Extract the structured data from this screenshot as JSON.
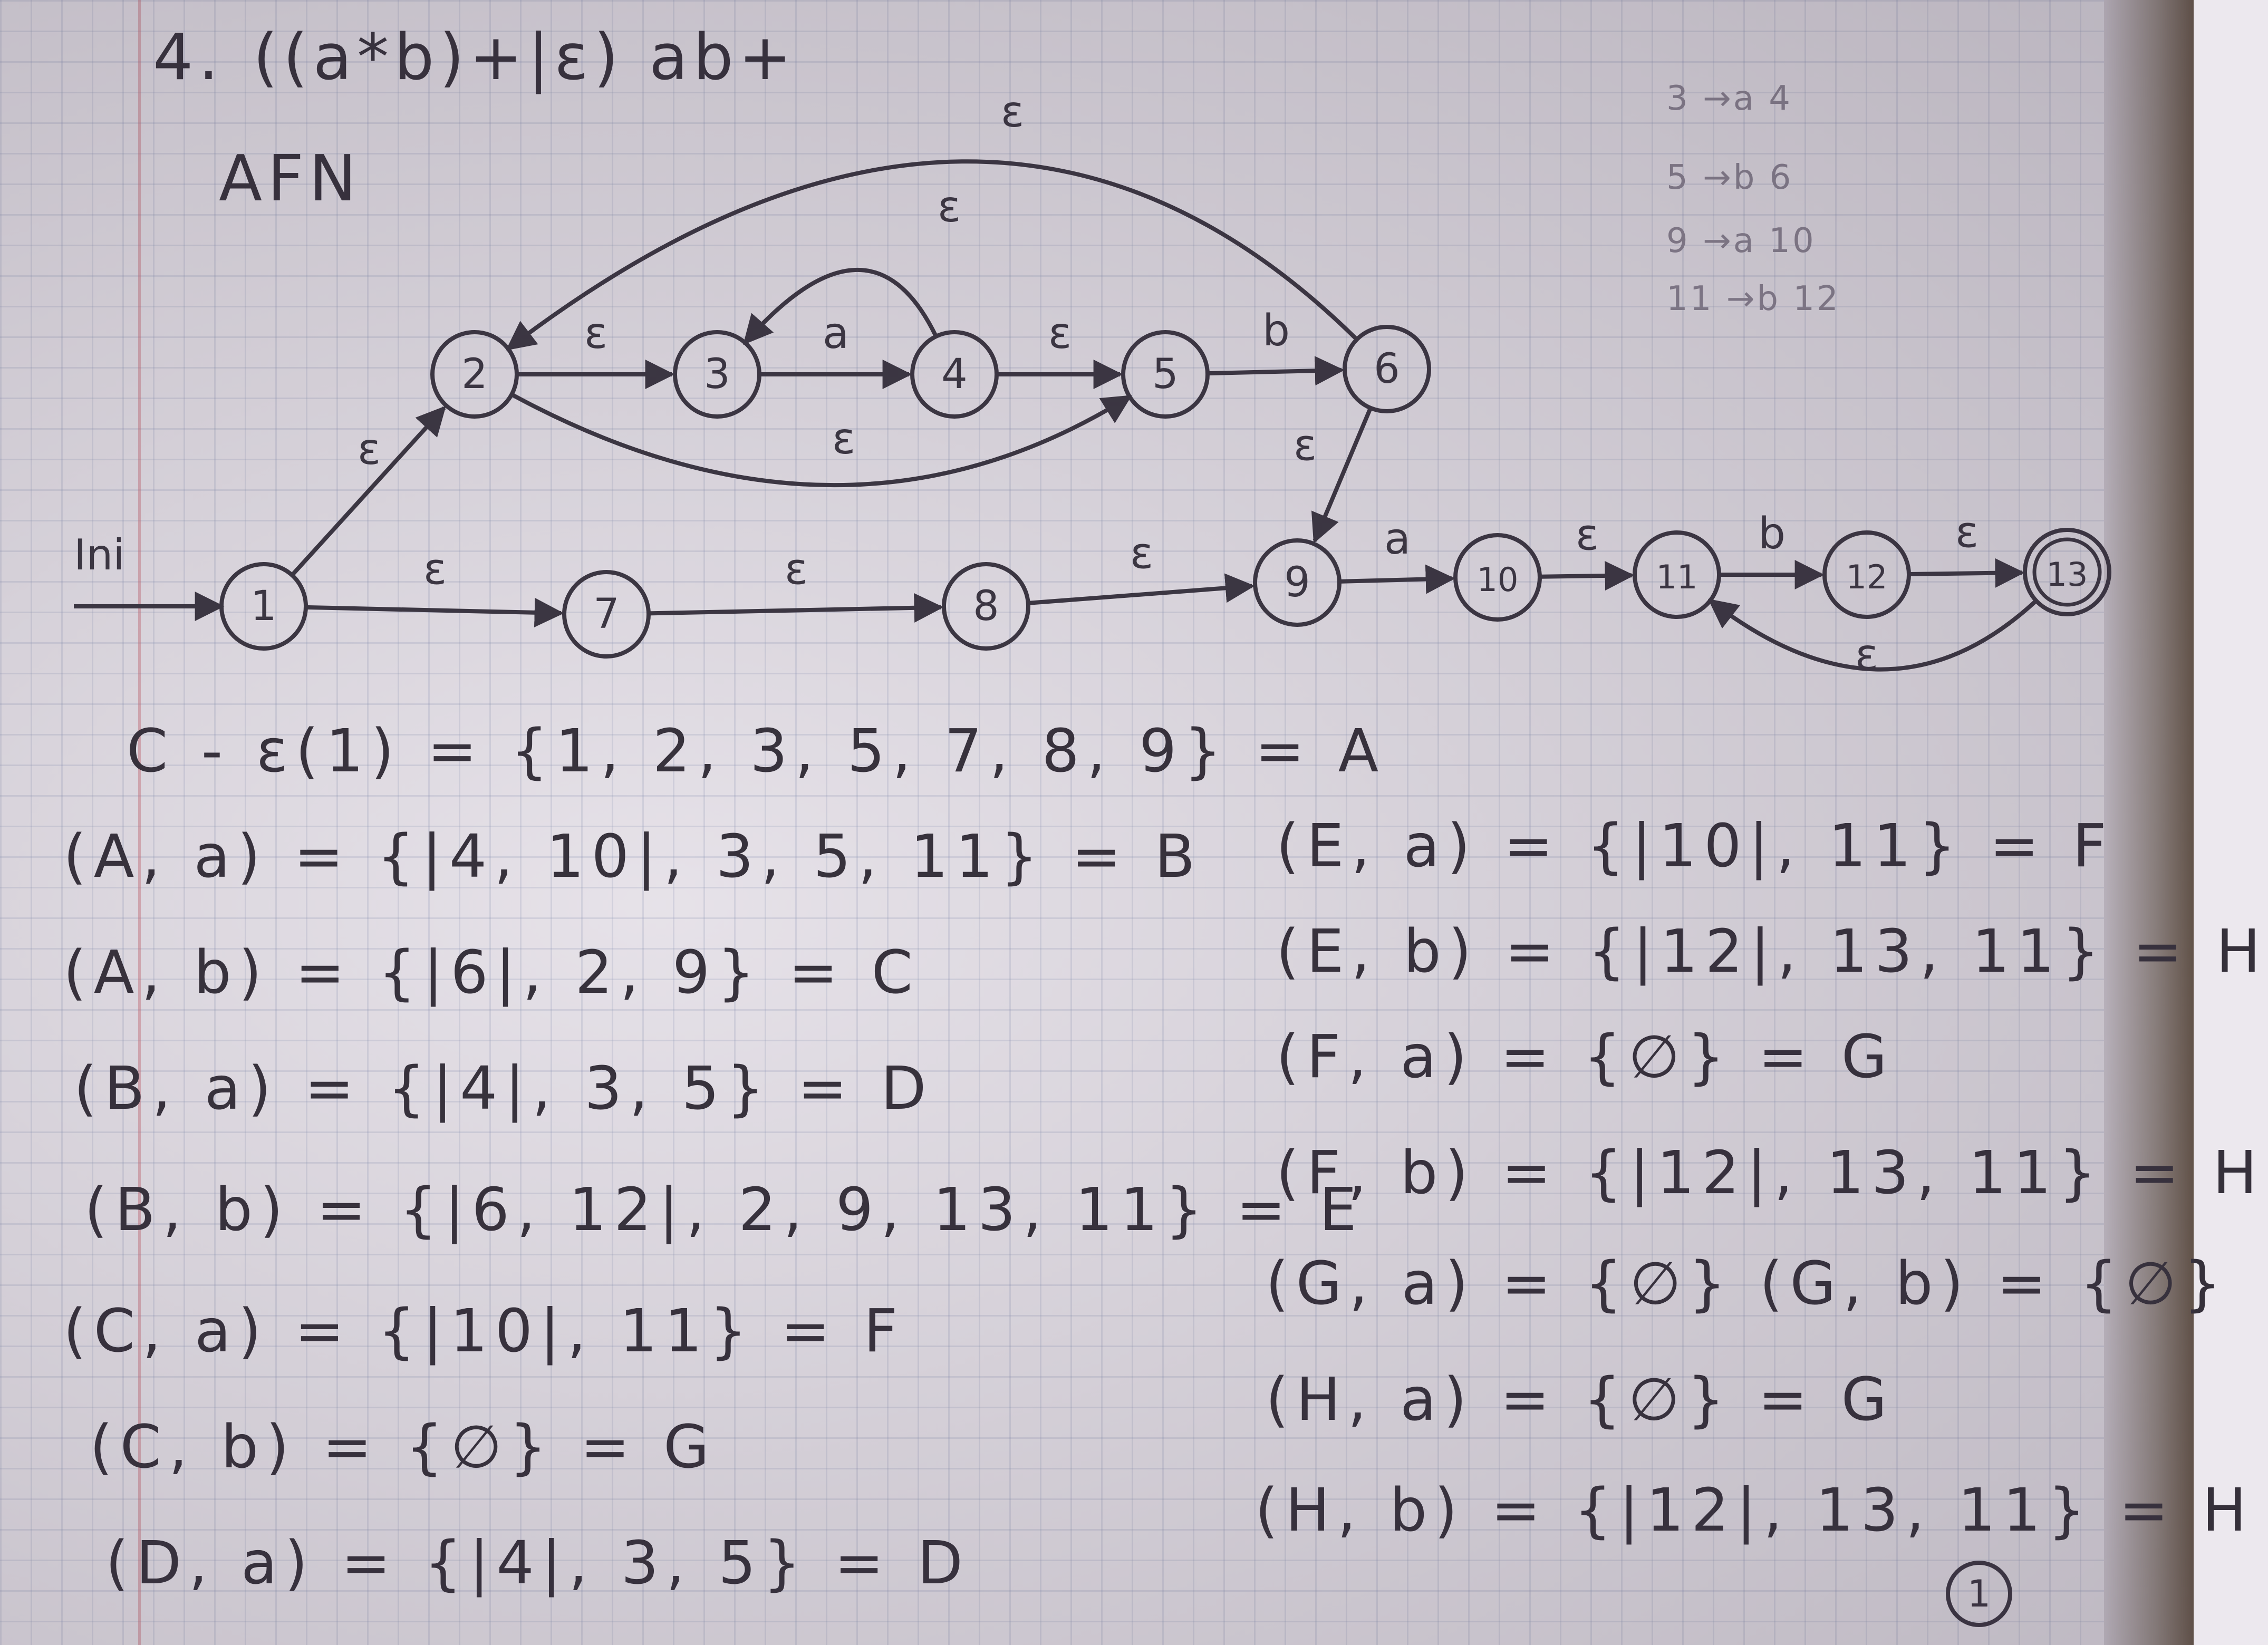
{
  "problem": {
    "number": "4.",
    "regex": "((a*b)+|ε) ab+",
    "automaton_label": "AFN"
  },
  "side_notes": [
    "3 →a 4",
    "5 →b 6",
    "9 →a 10",
    "11 →b 12"
  ],
  "nfa": {
    "input_label": "Ini",
    "states": [
      "1",
      "2",
      "3",
      "4",
      "5",
      "6",
      "7",
      "8",
      "9",
      "10",
      "11",
      "12",
      "13"
    ],
    "final_state": "13",
    "transitions": [
      {
        "from": "1",
        "to": "2",
        "label": "ε"
      },
      {
        "from": "1",
        "to": "7",
        "label": "ε"
      },
      {
        "from": "2",
        "to": "3",
        "label": "ε"
      },
      {
        "from": "3",
        "to": "4",
        "label": "a"
      },
      {
        "from": "4",
        "to": "5",
        "label": "ε"
      },
      {
        "from": "5",
        "to": "6",
        "label": "b"
      },
      {
        "from": "4",
        "to": "3",
        "label": "ε"
      },
      {
        "from": "6",
        "to": "2",
        "label": "ε"
      },
      {
        "from": "2",
        "to": "5",
        "label": "ε"
      },
      {
        "from": "6",
        "to": "9",
        "label": "ε"
      },
      {
        "from": "7",
        "to": "8",
        "label": "ε"
      },
      {
        "from": "8",
        "to": "9",
        "label": "ε"
      },
      {
        "from": "9",
        "to": "10",
        "label": "a"
      },
      {
        "from": "10",
        "to": "11",
        "label": "ε"
      },
      {
        "from": "11",
        "to": "12",
        "label": "b"
      },
      {
        "from": "12",
        "to": "13",
        "label": "ε"
      },
      {
        "from": "13",
        "to": "11",
        "label": "ε"
      }
    ]
  },
  "closure_line": "C - ε(1) = {1, 2, 3, 5, 7, 8, 9} = A",
  "left_column": [
    "(A, a) = {|4, 10|, 3, 5, 11} = B",
    "(A, b) = {|6|, 2, 9} = C",
    "(B, a) = {|4|, 3, 5} = D",
    "(B, b) = {|6, 12|, 2, 9, 13, 11} = E",
    "(C, a) = {|10|, 11} = F",
    "(C, b) = {∅} = G",
    "(D, a) = {|4|, 3, 5} = D"
  ],
  "right_column": [
    "(E, a) = {|10|, 11} = F",
    "(E, b) = {|12|, 13, 11} = H",
    "(F, a) = {∅} = G",
    "(F, b) = {|12|, 13, 11} = H",
    "(G, a) = {∅}  (G, b) = {∅}",
    "(H, a) = {∅} = G",
    "(H, b) = {|12|, 13, 11} = H"
  ],
  "page_number": "1"
}
